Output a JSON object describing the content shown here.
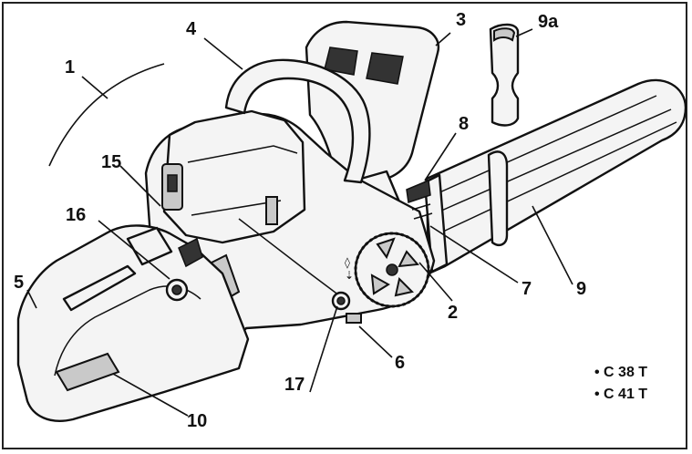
{
  "callouts": {
    "c1": "1",
    "c2": "2",
    "c3": "3",
    "c4": "4",
    "c5": "5",
    "c6": "6",
    "c7": "7",
    "c8": "8",
    "c9": "9",
    "c9a": "9a",
    "c10": "10",
    "c15": "15",
    "c16": "16",
    "c17": "17"
  },
  "models": [
    "• C 38 T",
    "• C 41 T"
  ],
  "colors": {
    "ink": "#111111",
    "paper": "#f4f4f4",
    "shade": "#c9c9c9",
    "frame": "#222222"
  }
}
